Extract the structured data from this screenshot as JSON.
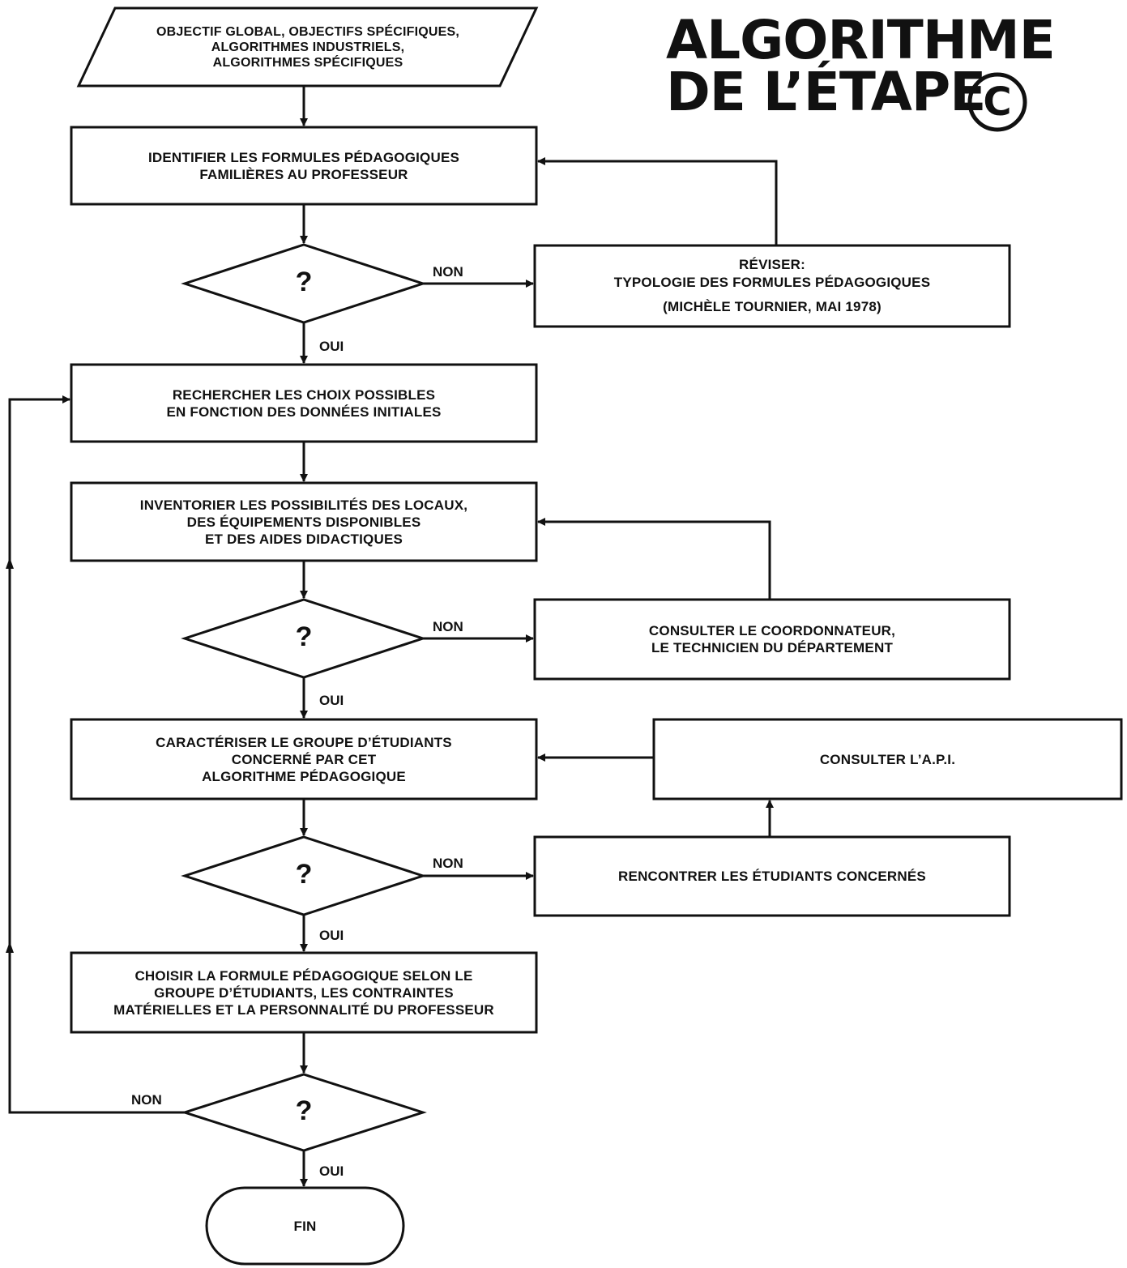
{
  "title": {
    "line1": "ALGORITHME",
    "line2": "DE L’ÉTAPE",
    "mark_letter": "C"
  },
  "nodes": {
    "input": {
      "line1": "OBJECTIF GLOBAL, OBJECTIFS SPÉCIFIQUES,",
      "line2": "ALGORITHMES INDUSTRIELS,",
      "line3": "ALGORITHMES SPÉCIFIQUES"
    },
    "identifier": {
      "line1": "IDENTIFIER LES FORMULES PÉDAGOGIQUES",
      "line2": "FAMILIÈRES AU PROFESSEUR"
    },
    "reviser": {
      "line1": "RÉVISER:",
      "line2": "TYPOLOGIE DES FORMULES PÉDAGOGIQUES",
      "line3": "(MICHÈLE TOURNIER, MAI 1978)"
    },
    "rechercher": {
      "line1": "RECHERCHER LES CHOIX POSSIBLES",
      "line2": "EN FONCTION DES DONNÉES INITIALES"
    },
    "inventorier": {
      "line1": "INVENTORIER LES POSSIBILITÉS DES LOCAUX,",
      "line2": "DES ÉQUIPEMENTS DISPONIBLES",
      "line3": "ET DES AIDES DIDACTIQUES"
    },
    "consulter_coord": {
      "line1": "CONSULTER LE COORDONNATEUR,",
      "line2": "LE TECHNICIEN DU DÉPARTEMENT"
    },
    "caracteriser": {
      "line1": "CARACTÉRISER LE GROUPE D’ÉTUDIANTS",
      "line2": "CONCERNÉ PAR CET",
      "line3": "ALGORITHME PÉDAGOGIQUE"
    },
    "consulter_api": {
      "line1": "CONSULTER L’A.P.I."
    },
    "rencontrer": {
      "line1": "RENCONTRER LES ÉTUDIANTS CONCERNÉS"
    },
    "choisir": {
      "line1": "CHOISIR LA FORMULE PÉDAGOGIQUE SELON LE",
      "line2": "GROUPE D’ÉTUDIANTS, LES CONTRAINTES",
      "line3": "MATÉRIELLES ET LA PERSONNALITÉ DU PROFESSEUR"
    },
    "fin": {
      "line1": "FIN"
    }
  },
  "decisions": {
    "q1": "?",
    "q2": "?",
    "q3": "?",
    "q4": "?"
  },
  "edge_labels": {
    "q1_no": "NON",
    "q1_yes": "OUI",
    "q2_no": "NON",
    "q2_yes": "OUI",
    "q3_no": "NON",
    "q3_yes": "OUI",
    "q4_no": "NON",
    "q4_yes": "OUI"
  },
  "colors": {
    "ink": "#111111",
    "paper": "#ffffff"
  }
}
